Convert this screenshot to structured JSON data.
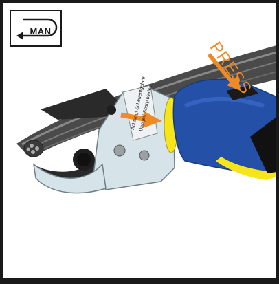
{
  "badge": {
    "label": "MAN",
    "icon": "return-arrow-icon"
  },
  "instruction": {
    "label": "PRESS"
  },
  "tool_label": {
    "line1": "Achtung! Scheuentgefahr",
    "line2": "Danger! Sharp blades!"
  },
  "colors": {
    "frame": "#1a1a1a",
    "arrow": "#f08a24",
    "handle_blue": "#2450a8",
    "accent_yellow": "#f5e51a",
    "head": "#d6e4ea",
    "blade": "#2a2a2a",
    "cable": "#5a5a5a"
  }
}
